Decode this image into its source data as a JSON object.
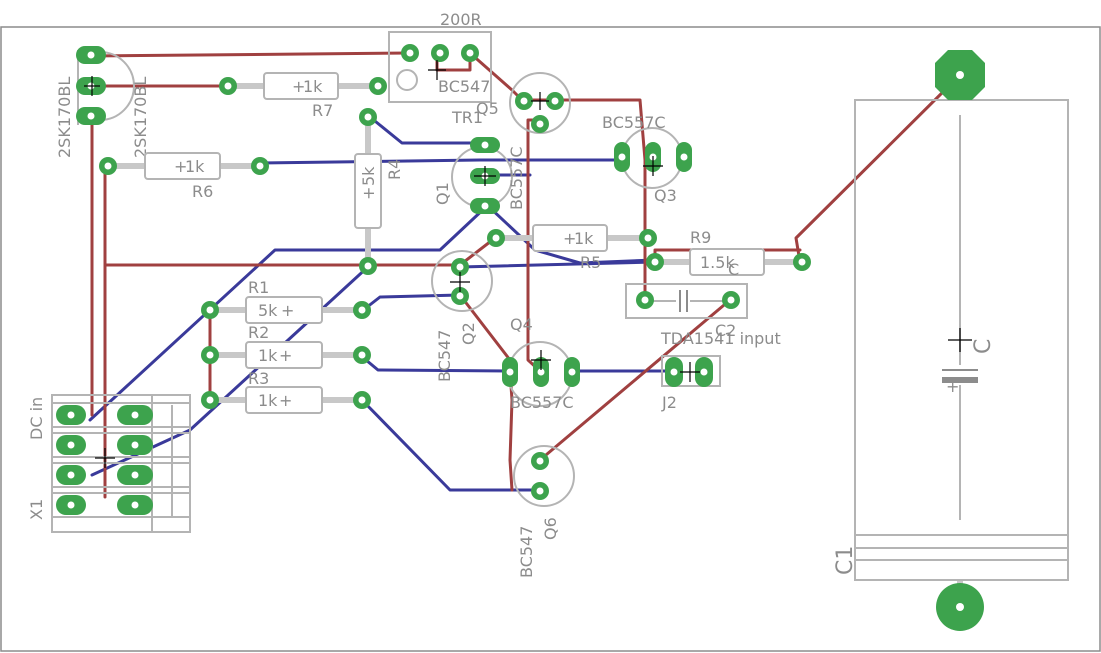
{
  "parts": {
    "res_200r": {
      "name": "200R"
    },
    "tr1": {
      "value": "BC547",
      "ref": "TR1"
    },
    "jfet_upper": {
      "value": "2SK170BL"
    },
    "jfet_lower": {
      "value": "2SK170BL"
    },
    "r7": {
      "value": "1k",
      "ref": "R7"
    },
    "r6": {
      "value": "1k",
      "ref": "R6"
    },
    "r4": {
      "value": "5k",
      "ref": "R4"
    },
    "q5": {
      "ref": "Q5"
    },
    "q1": {
      "value": "BC557C",
      "ref": "Q1"
    },
    "q3": {
      "value": "BC557C",
      "ref": "Q3"
    },
    "r5": {
      "value": "1k",
      "ref": "R5"
    },
    "r9": {
      "value": "1.5k",
      "ref": "R9"
    },
    "c2": {
      "ref": "C2",
      "value": "C"
    },
    "r1": {
      "value": "5k",
      "ref": "R1"
    },
    "r2": {
      "value": "1k",
      "ref": "R2"
    },
    "r3": {
      "value": "1k",
      "ref": "R3"
    },
    "q2": {
      "value": "BC547",
      "ref": "Q2"
    },
    "q4": {
      "value": "BC557C",
      "ref": "Q4"
    },
    "j2": {
      "value": "TDA1541 input",
      "ref": "J2"
    },
    "q6": {
      "value": "BC547",
      "ref": "Q6"
    },
    "x1": {
      "ref": "X1",
      "value": "DC in"
    },
    "c1": {
      "ref": "C1",
      "value": "C"
    }
  },
  "colors": {
    "top_trace": "#a04040",
    "bottom_trace": "#3a3a9a",
    "pad": "#3da34d",
    "silkscreen": "#b4b4b4"
  }
}
